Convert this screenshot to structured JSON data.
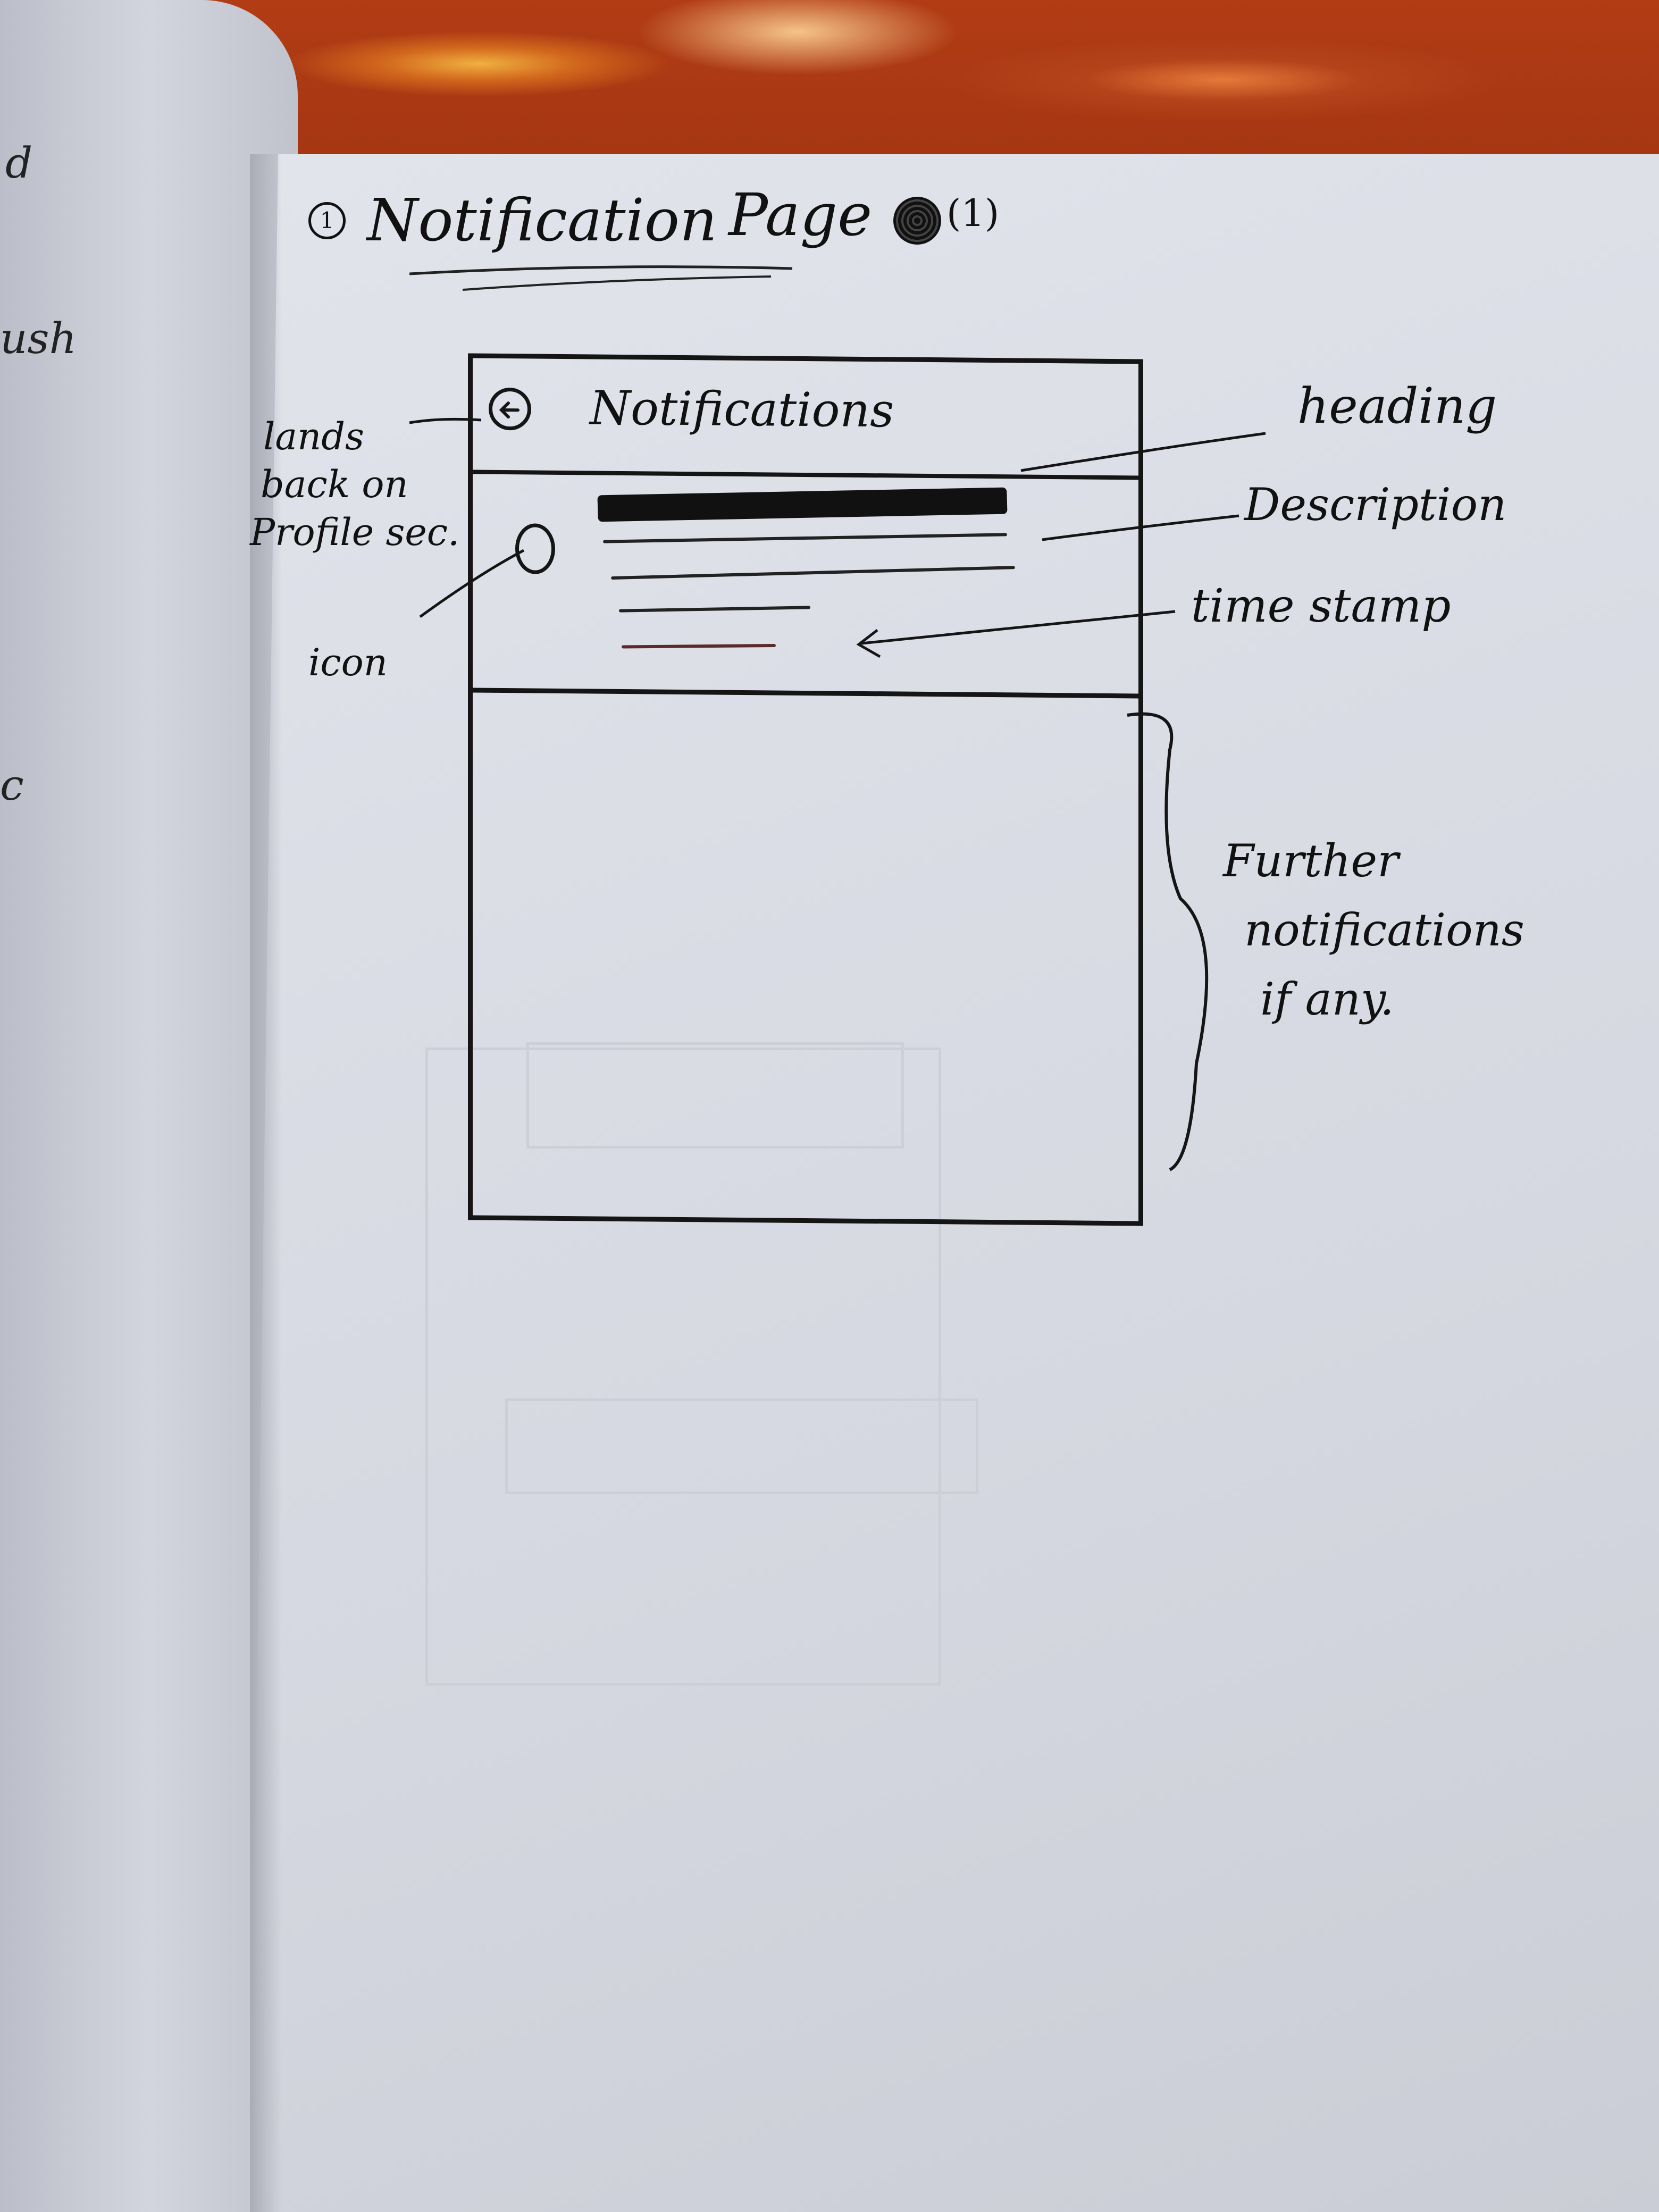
{
  "left_page": {
    "fragments": [
      "d",
      "ush",
      "c"
    ]
  },
  "title": {
    "number": "1",
    "text": "Notification",
    "page_word": "Page",
    "count": "(1)"
  },
  "wireframe": {
    "header_title": "Notifications",
    "back_icon": "back-arrow-icon",
    "item_icon": "circle-icon"
  },
  "annotations": {
    "back_note_line1": "lands",
    "back_note_line2": "back on",
    "back_note_line3": "Profile sec.",
    "icon_note": "icon",
    "heading": "heading",
    "description": "Description",
    "timestamp": "time stamp",
    "further_line1": "Further",
    "further_line2": "notifications",
    "further_line3": "if any."
  }
}
